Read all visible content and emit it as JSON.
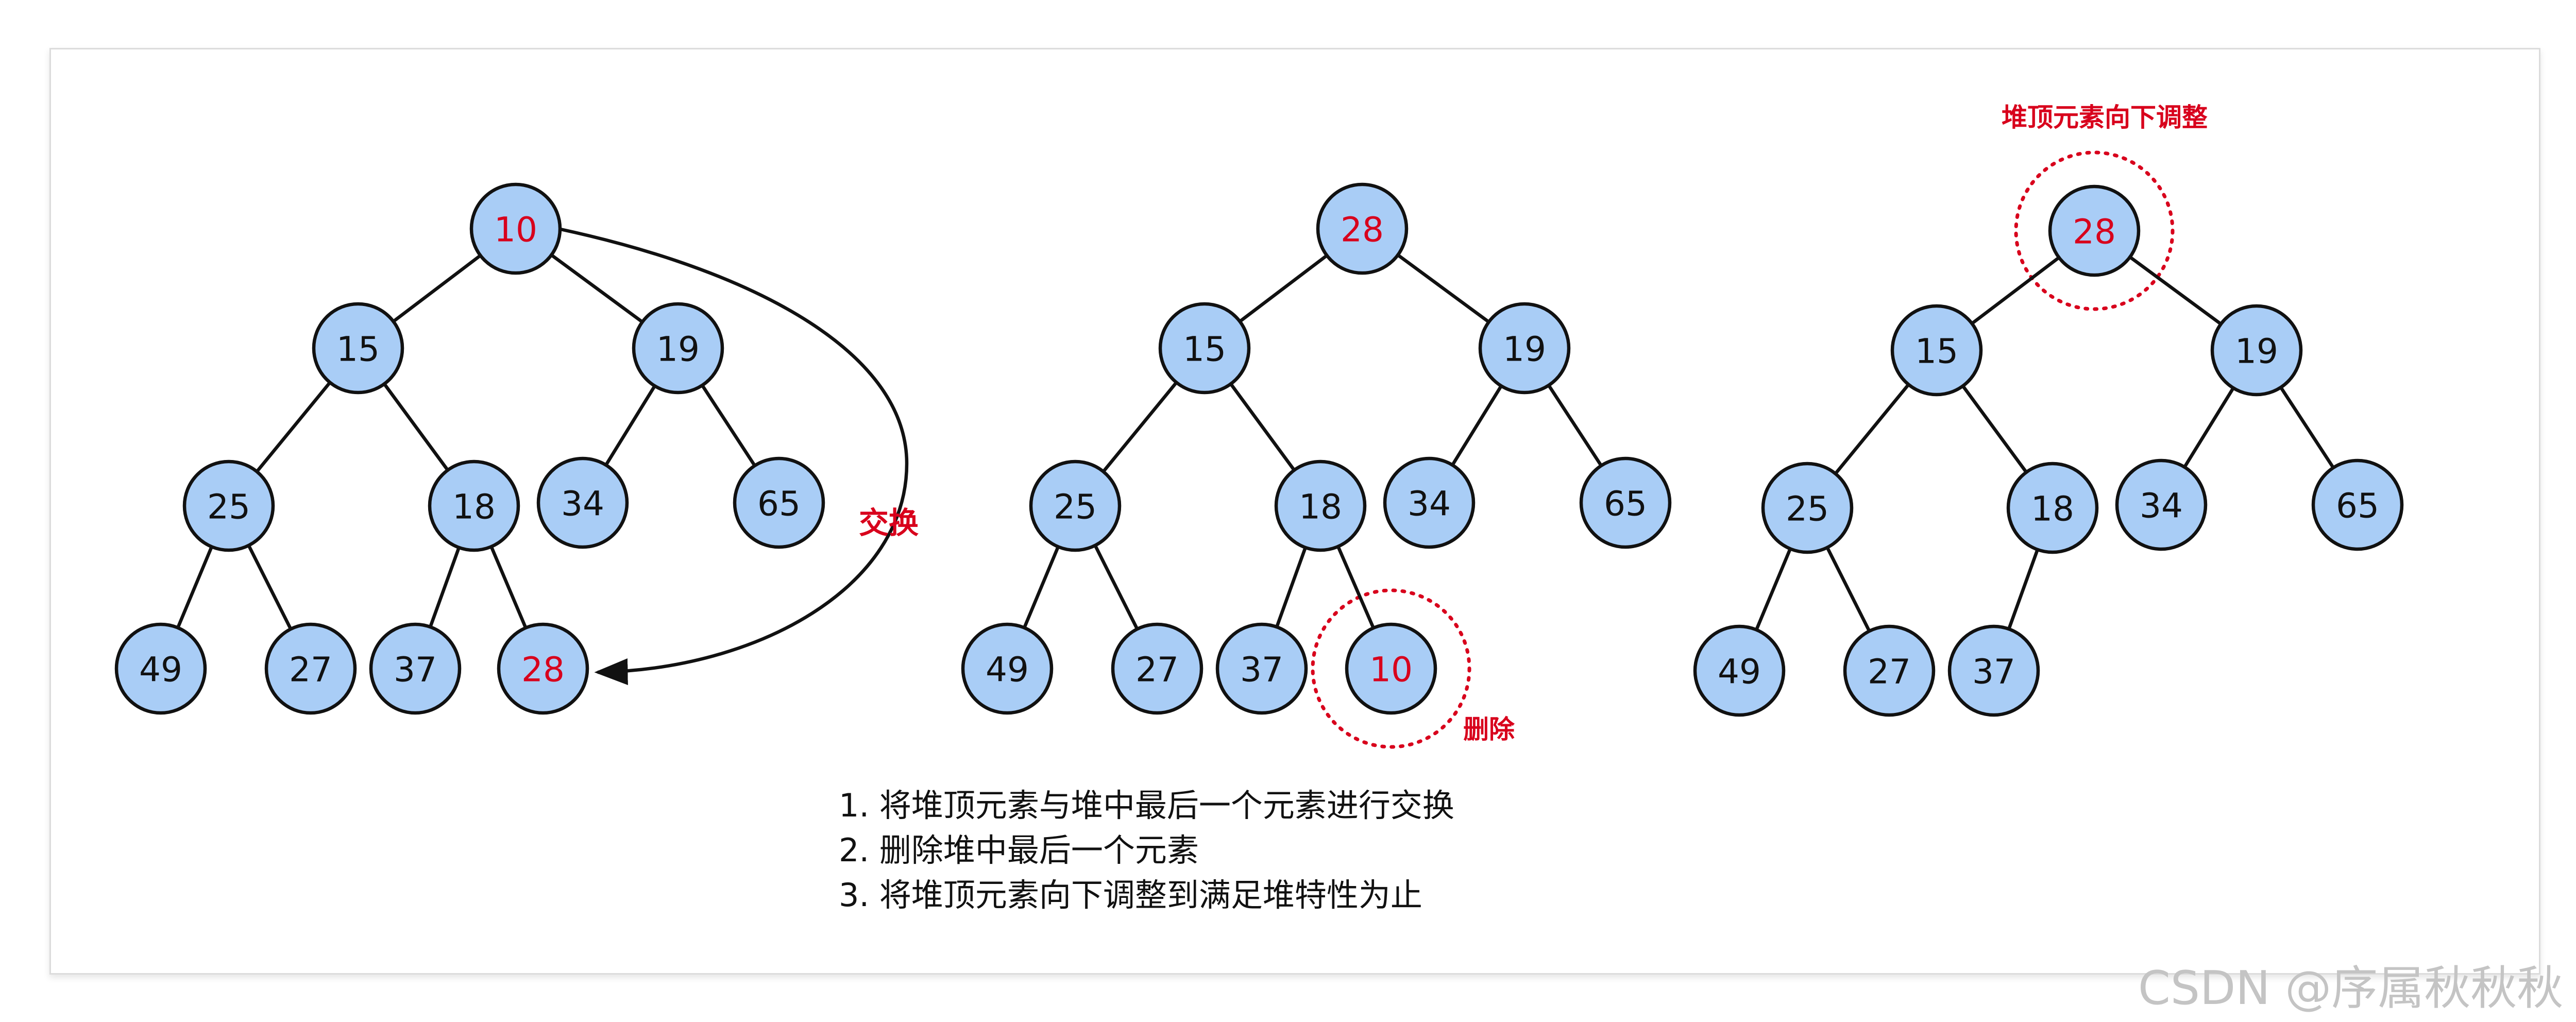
{
  "trees": [
    {
      "nodes": [
        {
          "id": "a1",
          "value": "10",
          "highlight": true
        },
        {
          "id": "a2",
          "value": "15"
        },
        {
          "id": "a3",
          "value": "19"
        },
        {
          "id": "a4",
          "value": "25"
        },
        {
          "id": "a5",
          "value": "18"
        },
        {
          "id": "a6",
          "value": "34"
        },
        {
          "id": "a7",
          "value": "65"
        },
        {
          "id": "a8",
          "value": "49"
        },
        {
          "id": "a9",
          "value": "27"
        },
        {
          "id": "a10",
          "value": "37"
        },
        {
          "id": "a11",
          "value": "28",
          "highlight": true
        }
      ],
      "edges": [
        [
          "a1",
          "a2"
        ],
        [
          "a1",
          "a3"
        ],
        [
          "a2",
          "a4"
        ],
        [
          "a2",
          "a5"
        ],
        [
          "a3",
          "a6"
        ],
        [
          "a3",
          "a7"
        ],
        [
          "a4",
          "a8"
        ],
        [
          "a4",
          "a9"
        ],
        [
          "a5",
          "a10"
        ],
        [
          "a5",
          "a11"
        ]
      ],
      "swap_label": "交换"
    },
    {
      "nodes": [
        {
          "id": "b1",
          "value": "28",
          "highlight": true
        },
        {
          "id": "b2",
          "value": "15"
        },
        {
          "id": "b3",
          "value": "19"
        },
        {
          "id": "b4",
          "value": "25"
        },
        {
          "id": "b5",
          "value": "18"
        },
        {
          "id": "b6",
          "value": "34"
        },
        {
          "id": "b7",
          "value": "65"
        },
        {
          "id": "b8",
          "value": "49"
        },
        {
          "id": "b9",
          "value": "27"
        },
        {
          "id": "b10",
          "value": "37"
        },
        {
          "id": "b11",
          "value": "10",
          "highlight": true
        }
      ],
      "edges": [
        [
          "b1",
          "b2"
        ],
        [
          "b1",
          "b3"
        ],
        [
          "b2",
          "b4"
        ],
        [
          "b2",
          "b5"
        ],
        [
          "b3",
          "b6"
        ],
        [
          "b3",
          "b7"
        ],
        [
          "b4",
          "b8"
        ],
        [
          "b4",
          "b9"
        ],
        [
          "b5",
          "b10"
        ],
        [
          "b5",
          "b11"
        ]
      ],
      "delete_label": "删除"
    },
    {
      "nodes": [
        {
          "id": "c1",
          "value": "28",
          "highlight": true
        },
        {
          "id": "c2",
          "value": "15"
        },
        {
          "id": "c3",
          "value": "19"
        },
        {
          "id": "c4",
          "value": "25"
        },
        {
          "id": "c5",
          "value": "18"
        },
        {
          "id": "c6",
          "value": "34"
        },
        {
          "id": "c7",
          "value": "65"
        },
        {
          "id": "c8",
          "value": "49"
        },
        {
          "id": "c9",
          "value": "27"
        },
        {
          "id": "c10",
          "value": "37"
        }
      ],
      "edges": [
        [
          "c1",
          "c2"
        ],
        [
          "c1",
          "c3"
        ],
        [
          "c2",
          "c4"
        ],
        [
          "c2",
          "c5"
        ],
        [
          "c3",
          "c6"
        ],
        [
          "c3",
          "c7"
        ],
        [
          "c4",
          "c8"
        ],
        [
          "c4",
          "c9"
        ],
        [
          "c5",
          "c10"
        ]
      ],
      "sift_label": "堆顶元素向下调整"
    }
  ],
  "steps": [
    "1. 将堆顶元素与堆中最后一个元素进行交换",
    "2. 删除堆中最后一个元素",
    "3. 将堆顶元素向下调整到满足堆特性为止"
  ],
  "watermark": "CSDN @序属秋秋秋",
  "colors": {
    "node_fill": "#a9cdf6",
    "stroke": "#111111",
    "highlight": "#d8001c"
  }
}
